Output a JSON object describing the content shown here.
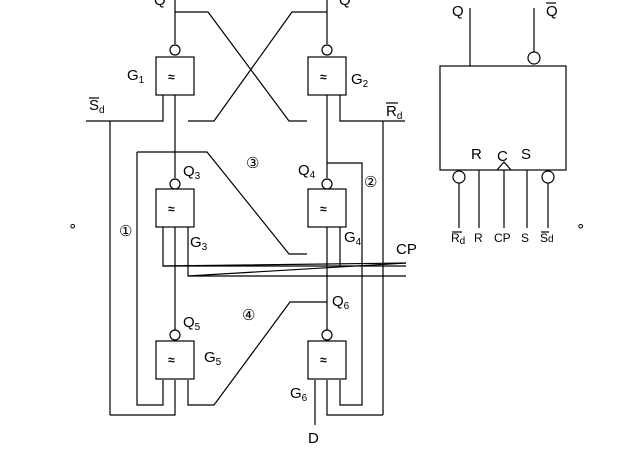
{
  "diagram": {
    "gates": [
      {
        "id": "G1",
        "symbol": "≈",
        "name": "G",
        "sub": "1"
      },
      {
        "id": "G2",
        "symbol": "≈",
        "name": "G",
        "sub": "2"
      },
      {
        "id": "G3",
        "symbol": "≈",
        "name": "G",
        "sub": "3"
      },
      {
        "id": "G4",
        "symbol": "≈",
        "name": "G",
        "sub": "4"
      },
      {
        "id": "G5",
        "symbol": "≈",
        "name": "G",
        "sub": "5"
      },
      {
        "id": "G6",
        "symbol": "≈",
        "name": "G",
        "sub": "6"
      }
    ],
    "outputs": {
      "q": "Q",
      "q_bar": "Q"
    },
    "nodes": {
      "q3": {
        "name": "Q",
        "sub": "3"
      },
      "q4": {
        "name": "Q",
        "sub": "4"
      },
      "q5": {
        "name": "Q",
        "sub": "5"
      },
      "q6": {
        "name": "Q",
        "sub": "6"
      }
    },
    "inputs": {
      "sd": {
        "name": "S",
        "sub": "d"
      },
      "rd": {
        "name": "R",
        "sub": "d"
      },
      "cp": "CP",
      "d": "D"
    },
    "circled": [
      "①",
      "②",
      "③",
      "④"
    ],
    "dots": [
      "∘",
      "∘"
    ]
  },
  "symbol_block": {
    "top_q": "Q",
    "top_q_bar": "Q",
    "inner_r": "R",
    "inner_c": "C",
    "inner_s": "S",
    "pins": [
      {
        "name": "R",
        "sub": "d"
      },
      {
        "name": "R",
        "sub": ""
      },
      {
        "name": "CP",
        "sub": ""
      },
      {
        "name": "S",
        "sub": ""
      },
      {
        "name": "S",
        "sub": "d"
      }
    ]
  }
}
